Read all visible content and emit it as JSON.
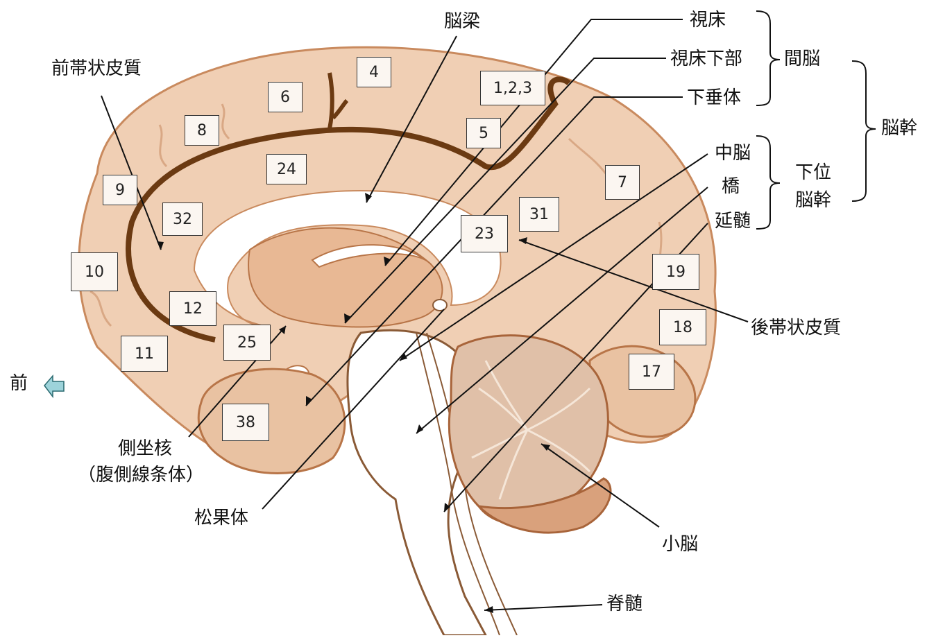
{
  "labels": {
    "corpus_callosum": "脳梁",
    "thalamus": "視床",
    "hypothalamus": "視床下部",
    "pituitary": "下垂体",
    "diencephalon": "間脳",
    "brainstem": "脳幹",
    "midbrain": "中脳",
    "pons": "橋",
    "medulla": "延髄",
    "lower_brainstem_1": "下位",
    "lower_brainstem_2": "脳幹",
    "anterior_cingulate": "前帯状皮質",
    "posterior_cingulate": "後帯状皮質",
    "nucleus_accumbens_1": "側坐核",
    "nucleus_accumbens_2": "（腹側線条体）",
    "pineal": "松果体",
    "cerebellum": "小脳",
    "spinal_cord": "脊髄",
    "front": "前"
  },
  "areas": {
    "a4": "4",
    "a6": "6",
    "a8": "8",
    "a123": "1,2,3",
    "a5": "5",
    "a9": "9",
    "a24": "24",
    "a32": "32",
    "a7": "7",
    "a31": "31",
    "a23": "23",
    "a10": "10",
    "a12": "12",
    "a19": "19",
    "a25": "25",
    "a11": "11",
    "a18": "18",
    "a17": "17",
    "a38": "38"
  },
  "colors": {
    "cortex": "#f0cfb4",
    "cortex_dark": "#c98a5e",
    "sulcus": "#6b3a12",
    "white_matter": "#ffffff",
    "arrow_front": "#9dd3da"
  }
}
